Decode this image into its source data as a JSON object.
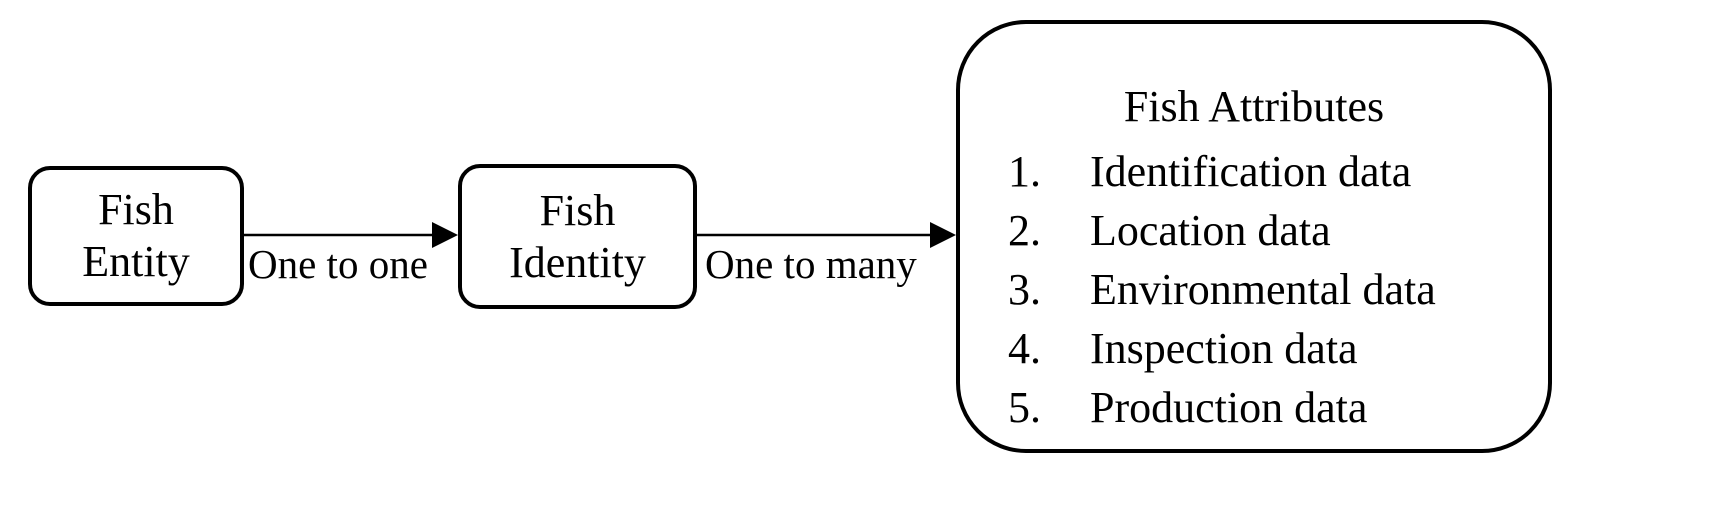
{
  "nodes": {
    "entity": {
      "line1": "Fish",
      "line2": "Entity"
    },
    "identity": {
      "line1": "Fish",
      "line2": "Identity"
    },
    "attributes": {
      "title": "Fish Attributes",
      "items": [
        {
          "num": "1.",
          "label": "Identification data"
        },
        {
          "num": "2.",
          "label": "Location data"
        },
        {
          "num": "3.",
          "label": "Environmental data"
        },
        {
          "num": "4.",
          "label": "Inspection data"
        },
        {
          "num": "5.",
          "label": "Production data"
        }
      ]
    }
  },
  "edges": {
    "entity_to_identity": {
      "label": "One to one"
    },
    "identity_to_attributes": {
      "label": "One to many"
    }
  }
}
